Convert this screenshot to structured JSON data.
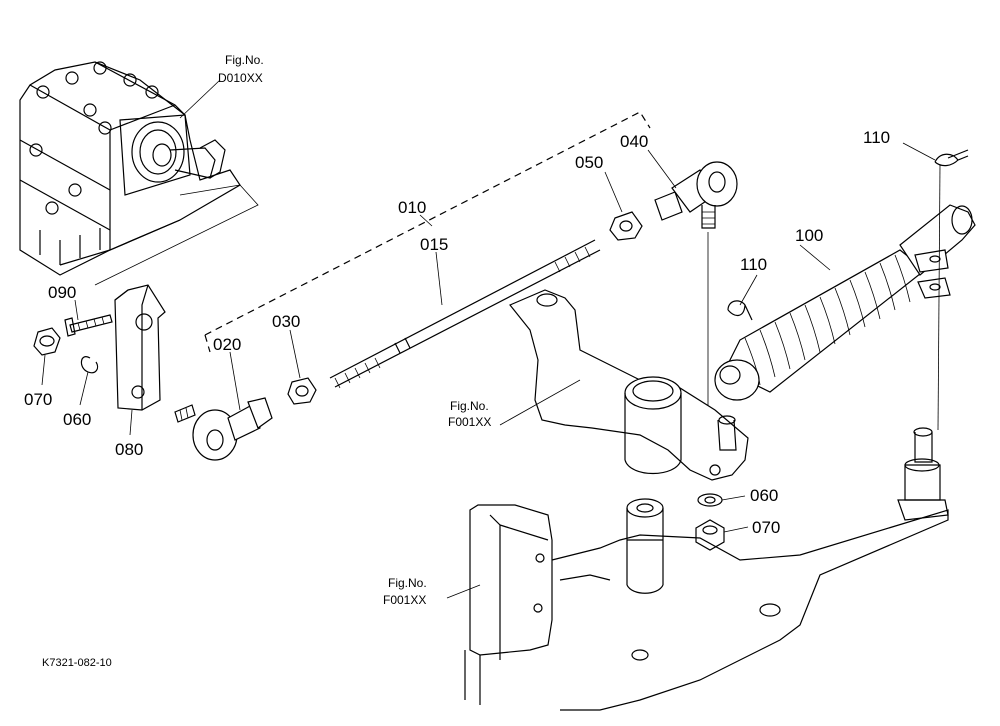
{
  "parts": {
    "p010": "010",
    "p015": "015",
    "p020": "020",
    "p030": "030",
    "p040": "040",
    "p050": "050",
    "p060_left": "060",
    "p060_right": "060",
    "p070_left": "070",
    "p070_right": "070",
    "p080": "080",
    "p090": "090",
    "p100": "100",
    "p110_top": "110",
    "p110_mid": "110"
  },
  "figures": {
    "top_left": {
      "label": "Fig.No.",
      "number": "D010XX"
    },
    "middle": {
      "label": "Fig.No.",
      "number": "F001XX"
    },
    "bottom": {
      "label": "Fig.No.",
      "number": "F001XX"
    }
  },
  "diagram_code": "K7321-082-10"
}
